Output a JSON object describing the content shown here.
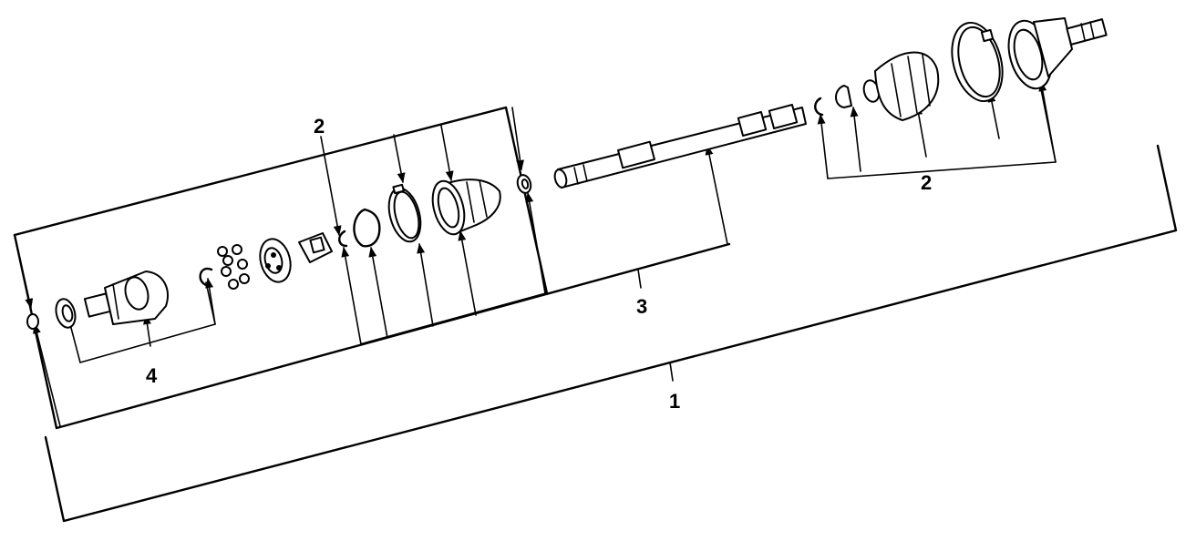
{
  "diagram": {
    "callouts": [
      {
        "id": "callout-1",
        "label": "1"
      },
      {
        "id": "callout-2-left",
        "label": "2"
      },
      {
        "id": "callout-2-right",
        "label": "2"
      },
      {
        "id": "callout-3",
        "label": "3"
      },
      {
        "id": "callout-4",
        "label": "4"
      }
    ],
    "colors": {
      "line": "#000000",
      "background": "#ffffff"
    }
  }
}
